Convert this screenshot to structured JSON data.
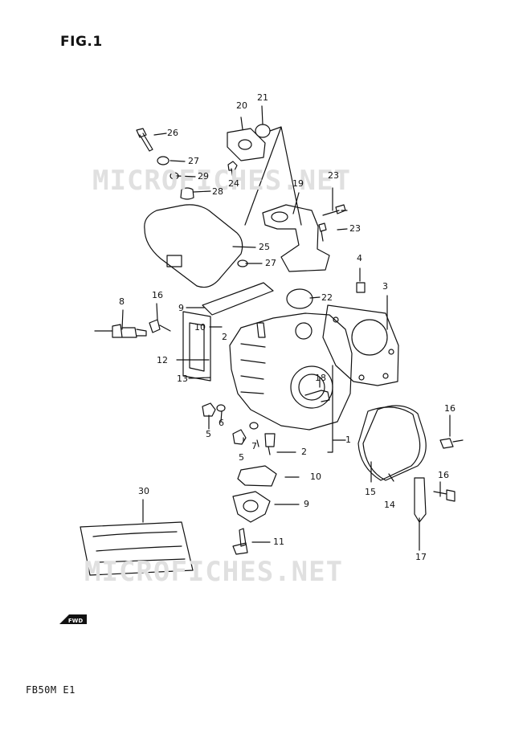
{
  "figure_title": "FIG.1",
  "model_code": "FB50M E1",
  "watermark": "MICROFICHES.NET",
  "fwd_label": "FWD",
  "callouts": [
    "26",
    "27",
    "29",
    "28",
    "20",
    "21",
    "24",
    "23",
    "19",
    "23",
    "25",
    "27",
    "4",
    "3",
    "22",
    "8",
    "16",
    "9",
    "10",
    "2",
    "12",
    "13",
    "18",
    "6",
    "5",
    "5",
    "7",
    "2",
    "1",
    "16",
    "10",
    "9",
    "15",
    "14",
    "16",
    "30",
    "11",
    "17"
  ]
}
